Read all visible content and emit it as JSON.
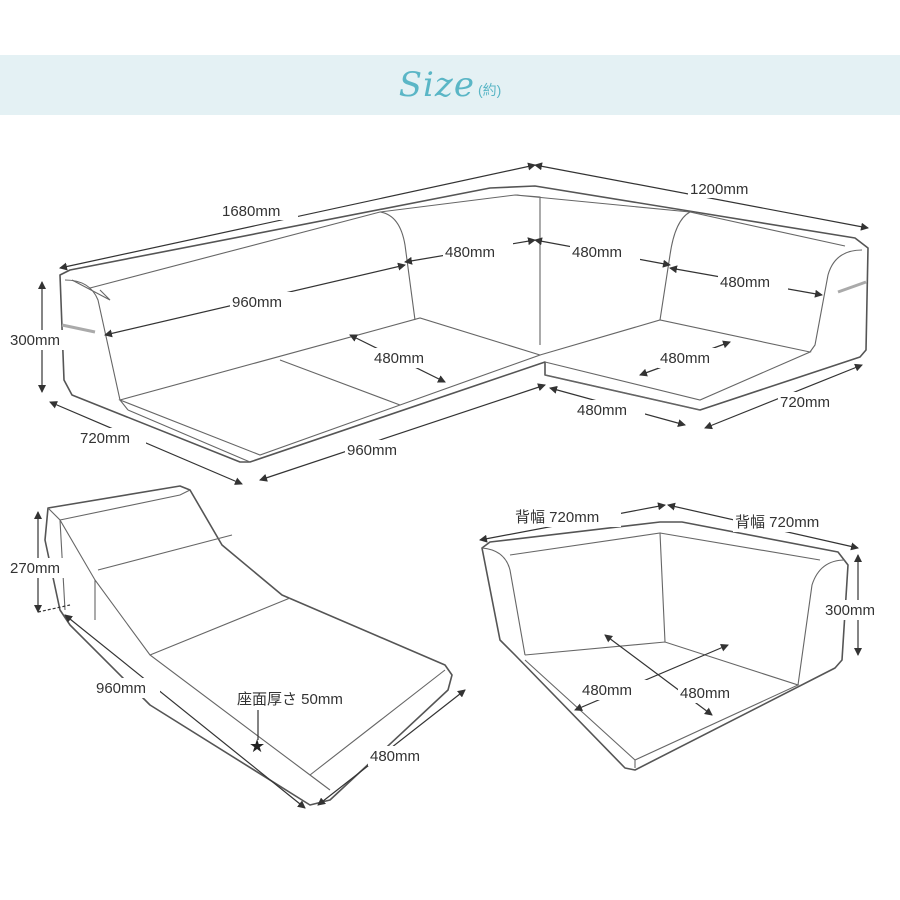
{
  "header": {
    "title": "Size",
    "subtitle": "(約)"
  },
  "sofa": {
    "labels": {
      "total_width": "1680mm",
      "corner_width": "1200mm",
      "height": "300mm",
      "back_a": "480mm",
      "back_b": "480mm",
      "back_c": "480mm",
      "seat_long": "960mm",
      "seat_a": "480mm",
      "seat_b": "480mm",
      "depth_left": "720mm",
      "front_left": "960mm",
      "front_right": "480mm",
      "depth_right": "720mm"
    }
  },
  "couch_unit": {
    "labels": {
      "height": "270mm",
      "length": "960mm",
      "seat_thickness": "座面厚さ 50mm",
      "width": "480mm"
    },
    "marker": "★"
  },
  "corner_unit": {
    "labels": {
      "back_left": "背幅 720mm",
      "back_right": "背幅 720mm",
      "height": "300mm",
      "seat_a": "480mm",
      "seat_b": "480mm"
    }
  }
}
